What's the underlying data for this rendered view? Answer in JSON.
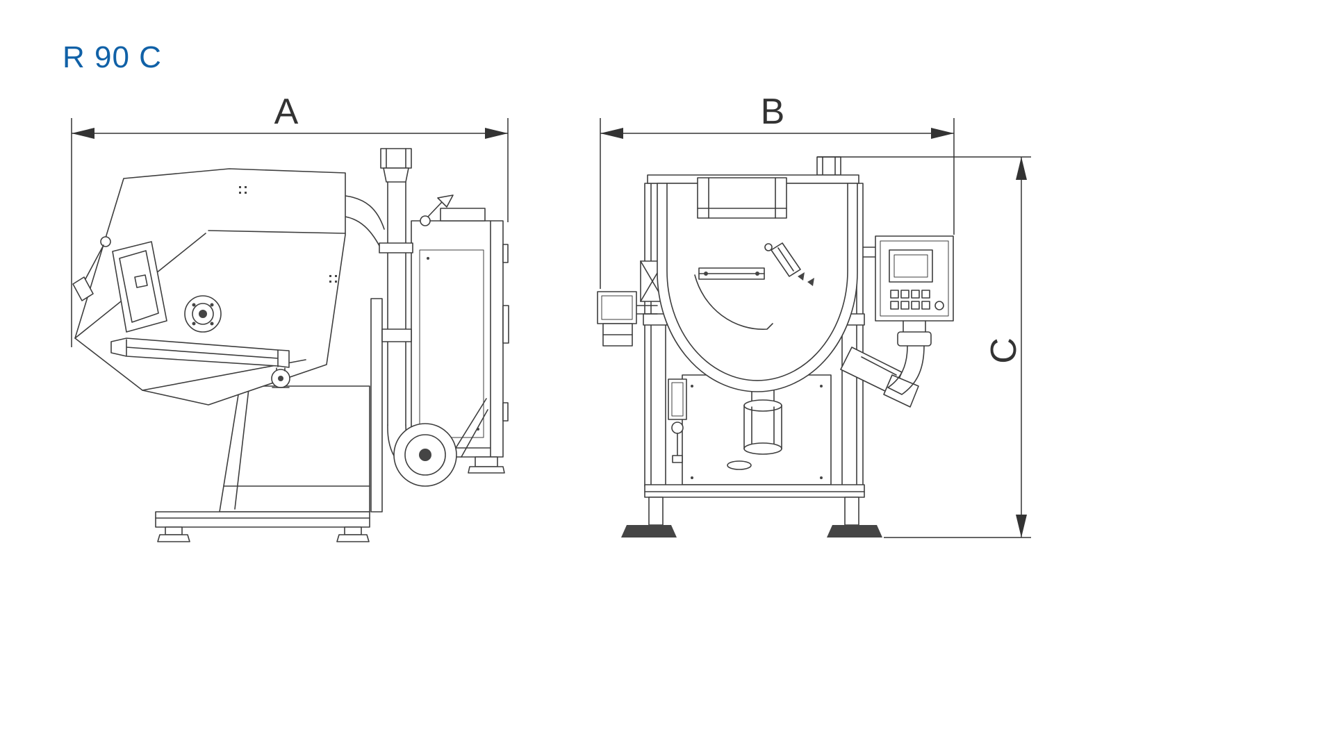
{
  "page": {
    "title": "R 90 C",
    "title_color": "#1061a7",
    "background_color": "#ffffff",
    "drawing_line_color": "#3d3d3d"
  },
  "diagram": {
    "kind": "technical dimension drawing",
    "views": [
      {
        "id": "side-view"
      },
      {
        "id": "front-view"
      }
    ],
    "dimensions": {
      "a": {
        "label": "A",
        "orientation": "horizontal",
        "applies_to": "side-view overall width"
      },
      "b": {
        "label": "B",
        "orientation": "horizontal",
        "applies_to": "front-view overall width"
      },
      "c": {
        "label": "C",
        "orientation": "vertical",
        "applies_to": "front-view overall height"
      }
    }
  }
}
